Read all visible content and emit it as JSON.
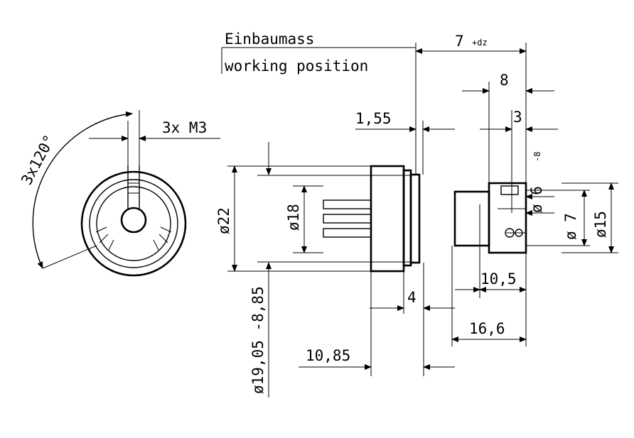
{
  "labels": {
    "einbaumass": "Einbaumass",
    "working_position": "working position",
    "seven": "7",
    "seven_tol": "+dz",
    "eight": "8",
    "three": "3",
    "one_55": "1,55",
    "three_x_m3": "3x M3",
    "angle": "3x120°",
    "dia22": "ø22",
    "dia18": "ø18",
    "dia6": "ø 6",
    "dia6_tol": "-8",
    "dia7": "ø 7",
    "dia15": "ø15",
    "ten_5": "10,5",
    "four": "4",
    "sixteen_6": "16,6",
    "ten_85": "10,85",
    "dia_bottom": "ø19,05 -8,85"
  }
}
